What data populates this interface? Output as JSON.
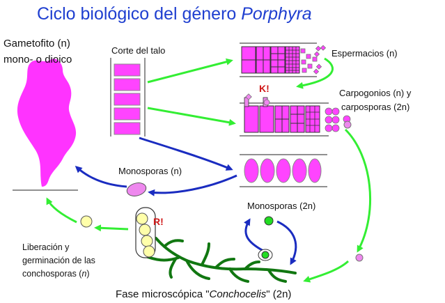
{
  "title": {
    "prefix": "Ciclo biológico del género ",
    "genus": "Porphyra"
  },
  "labels": {
    "gametofito_line1": "Gametofito (n)",
    "gametofito_line2": "mono- o dioico",
    "corte": "Corte del talo",
    "espermacios": "Espermacios (n)",
    "carpogonios_line1": "Carpogonios (n) y",
    "carpogonios_line2": "carposporas (2n)",
    "k_mark": "K!",
    "r_mark": "R!",
    "monosporas_left": "Monosporas (n)",
    "monosporas_right": "Monosporas (2n)",
    "liberacion_line1": "Liberación y",
    "liberacion_line2": "germinación de las",
    "liberacion_line3_text": "conchosporas (",
    "liberacion_line3_n": "n",
    "liberacion_line3_close": ")",
    "fase_prefix": "Fase microscópica \"",
    "fase_italic": "Conchocelis",
    "fase_suffix": "\" (2n)"
  },
  "colors": {
    "title": "#1f3fd0",
    "magenta": "#ff33ff",
    "pink_light": "#ee88ee",
    "green_arrow": "#33ee33",
    "blue_arrow": "#1a2cc0",
    "conchocelis": "#117711",
    "cream": "#ffffaa",
    "red_mark": "#d01a1a"
  }
}
